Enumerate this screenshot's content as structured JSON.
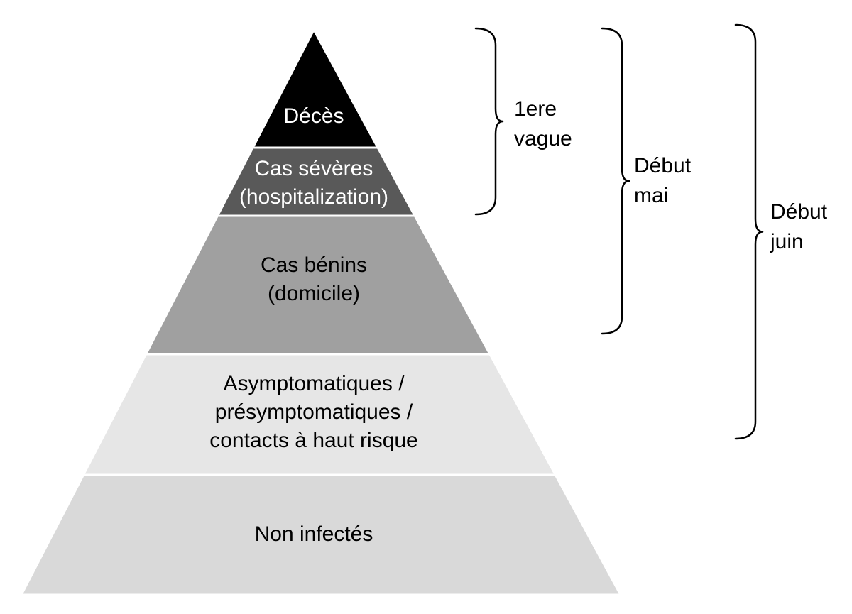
{
  "pyramid": {
    "tiers": [
      {
        "id": "deces",
        "lines": [
          "Décès"
        ],
        "fill": "#000000",
        "text_color": "#ffffff"
      },
      {
        "id": "cas-severes",
        "lines": [
          "Cas sévères",
          "(hospitalization)"
        ],
        "fill": "#595959",
        "text_color": "#ffffff"
      },
      {
        "id": "cas-benins",
        "lines": [
          "Cas bénins",
          "(domicile)"
        ],
        "fill": "#a0a0a0",
        "text_color": "#000000"
      },
      {
        "id": "asymptomatiques",
        "lines": [
          "Asymptomatiques /",
          "présymptomatiques /",
          "contacts à haut risque"
        ],
        "fill": "#e6e6e6",
        "text_color": "#000000"
      },
      {
        "id": "non-infectes",
        "lines": [
          "Non infectés"
        ],
        "fill": "#d9d9d9",
        "text_color": "#000000"
      }
    ]
  },
  "braces": [
    {
      "id": "1ere-vague",
      "lines": [
        "1ere",
        "vague"
      ],
      "spans_tiers": [
        "Décès",
        "Cas sévères"
      ]
    },
    {
      "id": "debut-mai",
      "lines": [
        "Début",
        "mai"
      ],
      "spans_tiers": [
        "Décès",
        "Cas sévères",
        "Cas bénins"
      ]
    },
    {
      "id": "debut-juin",
      "lines": [
        "Début",
        "juin"
      ],
      "spans_tiers": [
        "Décès",
        "Cas sévères",
        "Cas bénins",
        "Asymptomatiques"
      ]
    }
  ]
}
